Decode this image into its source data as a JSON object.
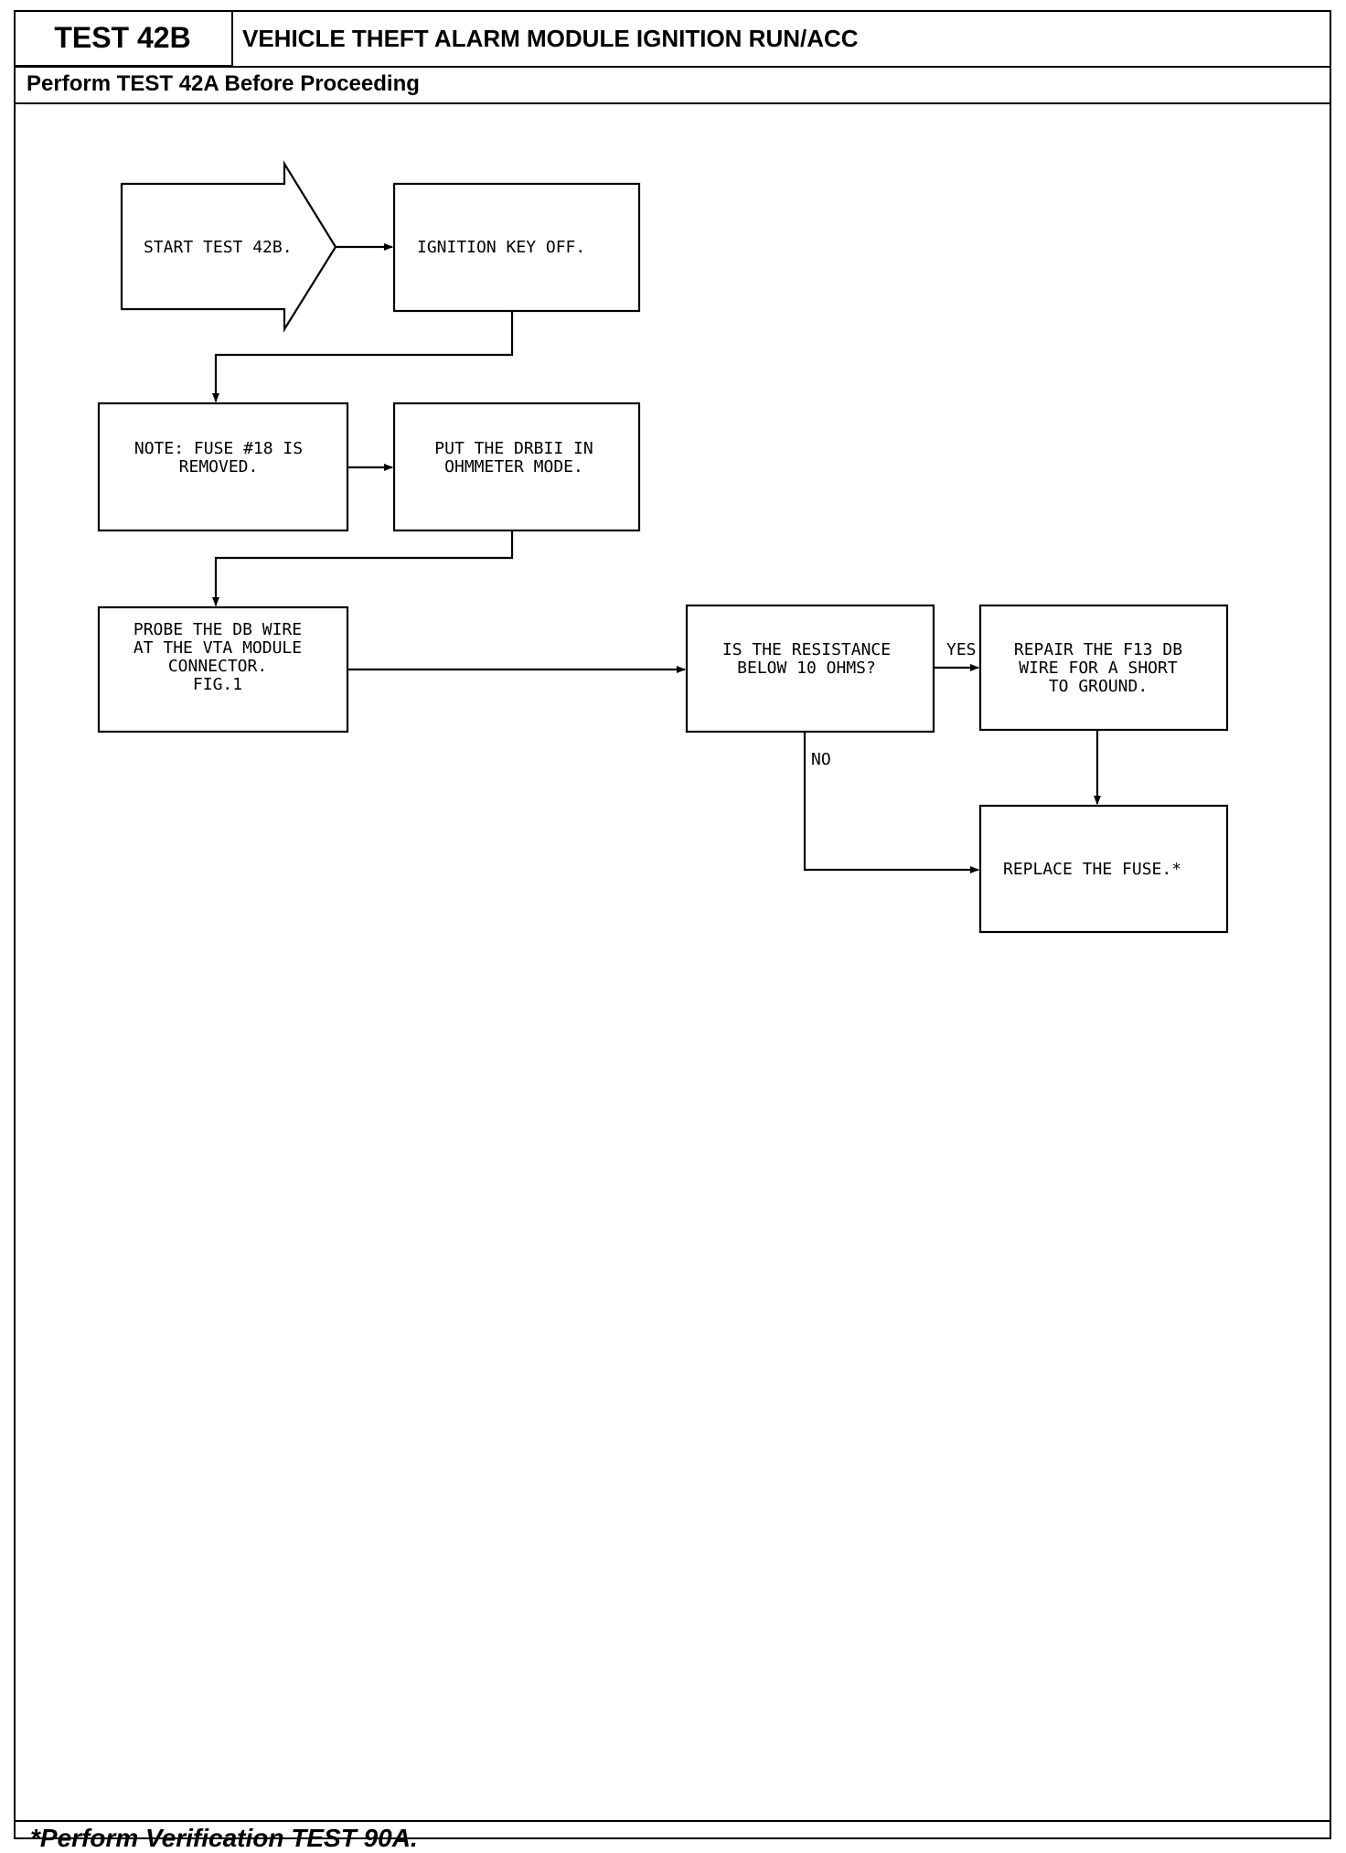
{
  "header": {
    "test_id": "TEST 42B",
    "title": "VEHICLE THEFT ALARM MODULE IGNITION RUN/ACC",
    "subheading": "Perform TEST 42A Before Proceeding"
  },
  "footer": {
    "note": "*Perform Verification TEST 90A."
  },
  "flowchart": {
    "nodes": {
      "start": [
        "START TEST 42B."
      ],
      "ignition_off": [
        "IGNITION KEY OFF."
      ],
      "note_fuse": [
        "NOTE: FUSE #18 IS",
        "REMOVED."
      ],
      "ohmmeter": [
        "PUT THE DRBII IN",
        "OHMMETER MODE."
      ],
      "probe": [
        "PROBE THE DB WIRE",
        "AT THE VTA MODULE",
        "CONNECTOR.",
        "",
        "FIG.1"
      ],
      "resistance_question": [
        "IS THE RESISTANCE",
        "BELOW 10 OHMS?"
      ],
      "repair": [
        "REPAIR THE F13 DB",
        "WIRE FOR A SHORT",
        "TO GROUND."
      ],
      "replace_fuse": [
        "REPLACE THE FUSE.*"
      ]
    },
    "edge_labels": {
      "yes": "YES",
      "no": "NO"
    }
  }
}
